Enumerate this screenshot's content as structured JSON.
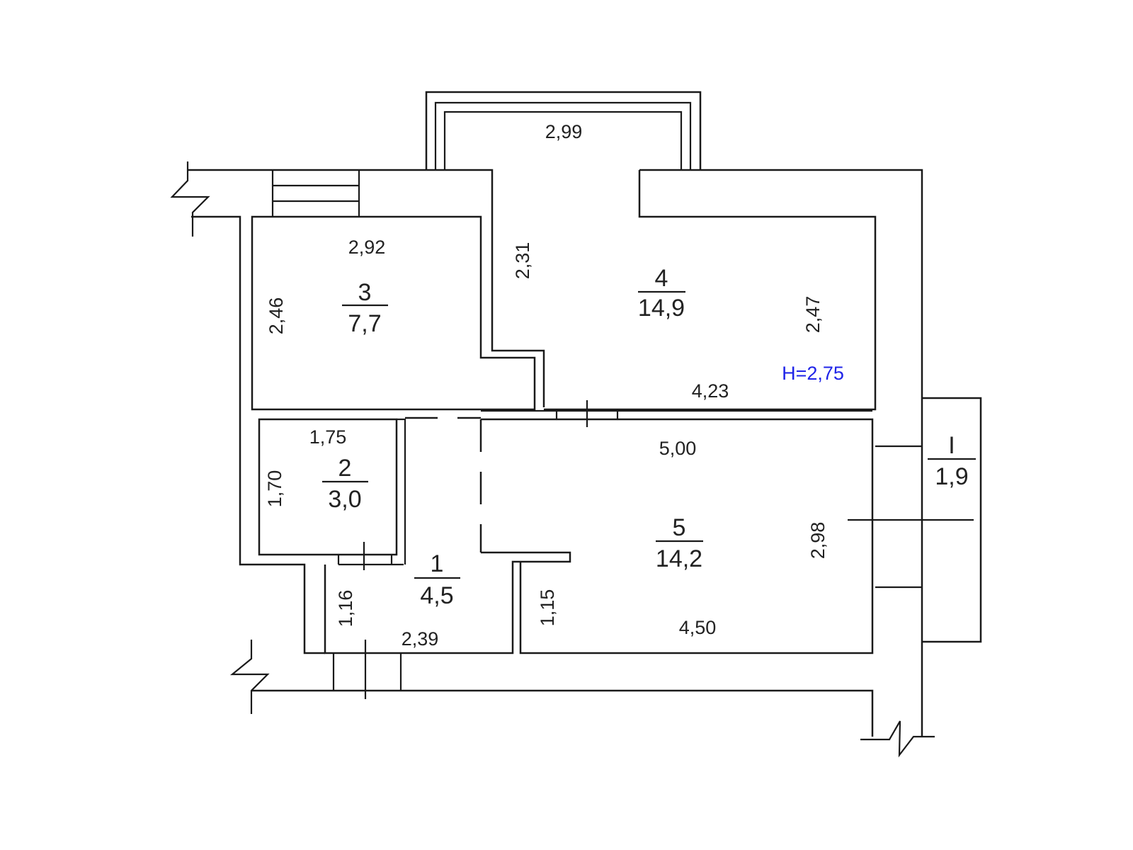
{
  "rooms": [
    {
      "number": "1",
      "area": "4,5"
    },
    {
      "number": "2",
      "area": "3,0"
    },
    {
      "number": "3",
      "area": "7,7"
    },
    {
      "number": "4",
      "area": "14,9"
    },
    {
      "number": "5",
      "area": "14,2"
    },
    {
      "number": "I",
      "area": "1,9"
    }
  ],
  "dimensions": {
    "balcony_top": "2,99",
    "room3_top": "2,92",
    "room3_side": "2,46",
    "room4_left": "2,31",
    "room4_right": "2,47",
    "room4_bottom": "4,23",
    "room2_top": "1,75",
    "room2_side": "1,70",
    "room5_top": "5,00",
    "room5_right": "2,98",
    "room5_bottom": "4,50",
    "room5_left": "1,15",
    "room1_side": "1,16",
    "room1_bottom": "2,39"
  },
  "ceiling_height": "H=2,75",
  "colors": {
    "lines": "#1a1a1a",
    "text": "#222222",
    "height_note": "#1f24e8"
  }
}
